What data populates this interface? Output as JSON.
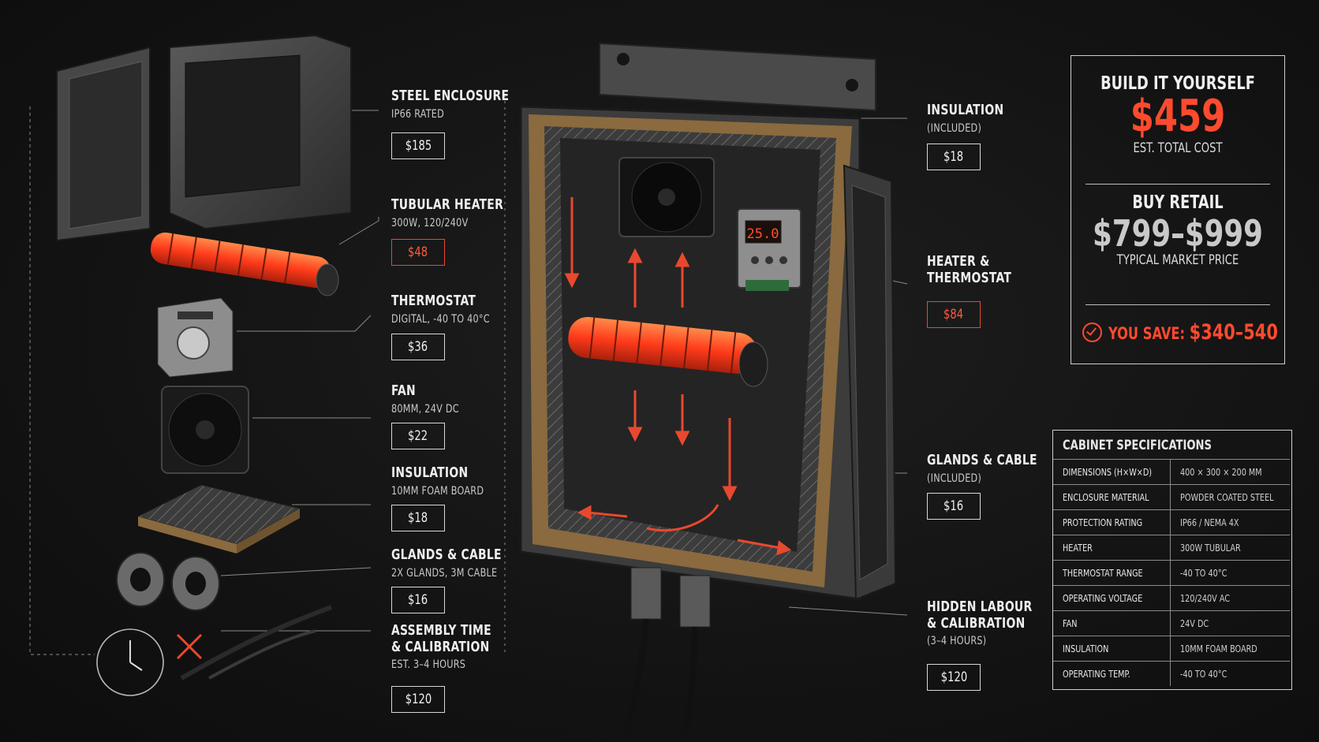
{
  "components": [
    {
      "title": "STEEL ENCLOSURE",
      "sub": "IP66 RATED",
      "price": "$185"
    },
    {
      "title": "TUBULAR HEATER",
      "sub": "300W, 120/240V",
      "price": "$48"
    },
    {
      "title": "THERMOSTAT",
      "sub": "DIGITAL, -40 TO 40°C",
      "price": "$36"
    },
    {
      "title": "FAN",
      "sub": "80mm, 24V DC",
      "price": "$22"
    },
    {
      "title": "INSULATION",
      "sub": "10mm FOAM BOARD",
      "price": "$18"
    },
    {
      "title": "GLANDS & CABLE",
      "sub": "2x GLANDS, 3m CABLE",
      "price": "$16"
    },
    {
      "title_1": "ASSEMBLY TIME",
      "title_2": "& CALIBRATION",
      "sub": "EST. 3–4 HOURS",
      "price": "$120"
    }
  ],
  "callouts": [
    {
      "title": "INSULATION",
      "sub": "(INCLUDED)",
      "price": "$18"
    },
    {
      "title_1": "HEATER &",
      "title_2": "THERMOSTAT",
      "price": "$84"
    },
    {
      "title": "GLANDS & CABLE",
      "sub": "(INCLUDED)",
      "price": "$16"
    },
    {
      "title_1": "HIDDEN LABOUR",
      "title_2": "& CALIBRATION",
      "sub": "(3–4 HOURS)",
      "price": "$120"
    }
  ],
  "thermostat_display": "25.0",
  "comparison": {
    "build_title": "BUILD IT YOURSELF",
    "build_price": "$459",
    "build_sub": "EST. TOTAL COST",
    "retail_title": "BUY RETAIL",
    "retail_price": "$799–$999",
    "retail_sub": "TYPICAL MARKET PRICE",
    "save_label": "YOU SAVE:",
    "save_value": "$340–540"
  },
  "specs": {
    "title": "CABINET SPECIFICATIONS",
    "rows": [
      {
        "key": "DIMENSIONS (H×W×D)",
        "value": "400 × 300 × 200 mm"
      },
      {
        "key": "ENCLOSURE MATERIAL",
        "value": "POWDER COATED STEEL"
      },
      {
        "key": "PROTECTION RATING",
        "value": "IP66 / NEMA 4X"
      },
      {
        "key": "HEATER",
        "value": "300W TUBULAR"
      },
      {
        "key": "THERMOSTAT RANGE",
        "value": "-40 TO 40°C"
      },
      {
        "key": "OPERATING VOLTAGE",
        "value": "120/240V AC"
      },
      {
        "key": "FAN",
        "value": "24V DC"
      },
      {
        "key": "INSULATION",
        "value": "10mm FOAM BOARD"
      },
      {
        "key": "OPERATING TEMP.",
        "value": "-40 TO 40°C"
      }
    ]
  },
  "colors": {
    "accent": "#ff4a2e",
    "background": "#121212",
    "text": "#efefef"
  }
}
